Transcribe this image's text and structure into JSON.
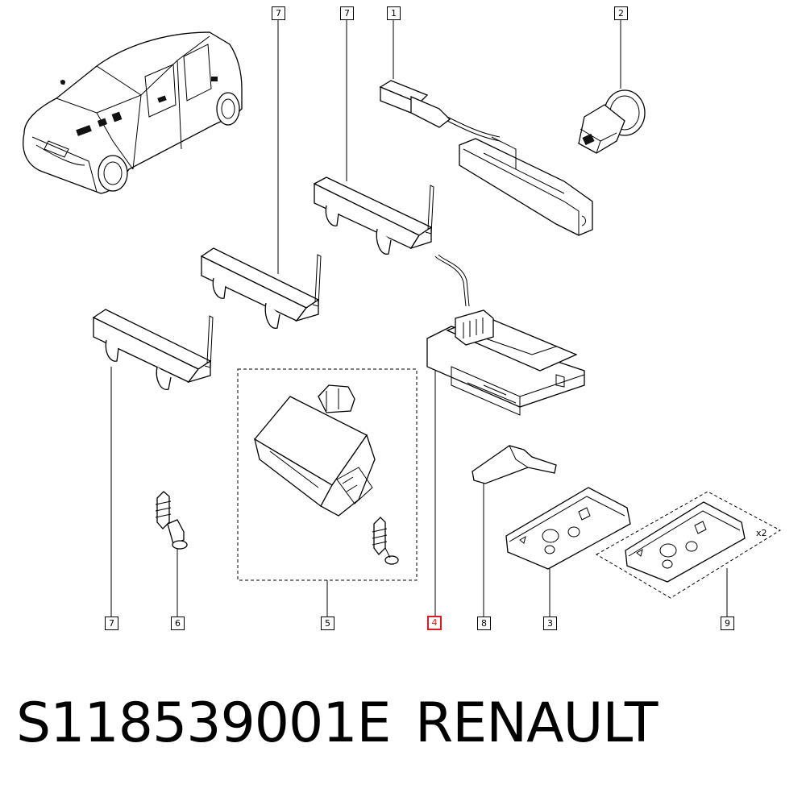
{
  "diagram": {
    "callouts": [
      {
        "id": "callout-7-top-left",
        "label": "7"
      },
      {
        "id": "callout-7-top-right",
        "label": "7"
      },
      {
        "id": "callout-1",
        "label": "1"
      },
      {
        "id": "callout-2",
        "label": "2"
      },
      {
        "id": "callout-7-bottom",
        "label": "7"
      },
      {
        "id": "callout-6",
        "label": "6"
      },
      {
        "id": "callout-5",
        "label": "5"
      },
      {
        "id": "callout-4",
        "label": "4"
      },
      {
        "id": "callout-8",
        "label": "8"
      },
      {
        "id": "callout-3",
        "label": "3"
      },
      {
        "id": "callout-9",
        "label": "9"
      }
    ],
    "quantity_note": "x2",
    "highlight_color": "#e0191f"
  },
  "caption": {
    "part_code": "S118539001E",
    "brand": "RENAULT"
  }
}
